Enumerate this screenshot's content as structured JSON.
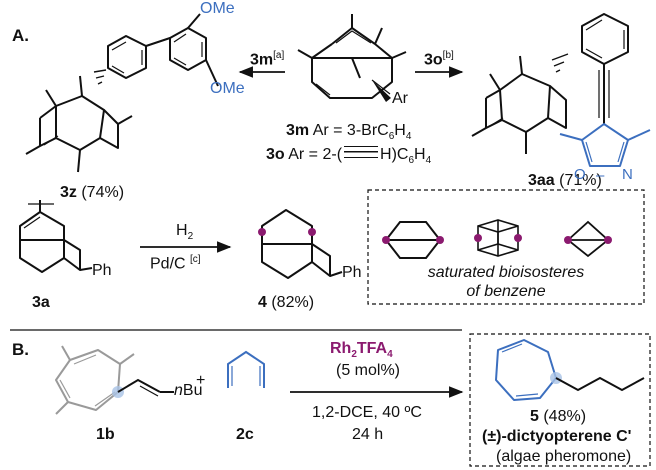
{
  "section_a": {
    "label": "A.",
    "reagent_left": "3m",
    "reagent_left_note": "[a]",
    "reagent_right": "3o",
    "reagent_right_note": "[b]",
    "start_ar": "Ar",
    "left_ome_top": "OMe",
    "left_ome_bottom": "OMe",
    "compound_3m_id": "3m",
    "compound_3m_def": " Ar = 3-BrC",
    "compound_3m_sub": "6",
    "compound_3m_tail": "H",
    "compound_3m_sub2": "4",
    "compound_3o_id": "3o",
    "compound_3o_def": " Ar = 2-(",
    "compound_3o_h": "H)C",
    "compound_3o_sub": "6",
    "compound_3o_tail": "H",
    "compound_3o_sub2": "4",
    "product_3z_id": "3z",
    "product_3z_yield": " (74%)",
    "product_3aa_id": "3aa",
    "product_3aa_yield": " (71%)",
    "isoxazole_o": "O",
    "isoxazole_n": "N",
    "hydrogenation_reagent": "H",
    "hydrogenation_reagent_sub": "2",
    "hydrogenation_catalyst": "Pd/C ",
    "hydrogenation_note": "[c]",
    "start_3a": "3a",
    "ph_start": "Ph",
    "ph_product": "Ph",
    "product_4_id": "4",
    "product_4_yield": " (82%)",
    "bioisostere_line1": "saturated bioisosteres",
    "bioisostere_line2": "of benzene"
  },
  "section_b": {
    "label": "B.",
    "plus": "+",
    "triene_substituent": "nBu",
    "reactant_1b": "1b",
    "reactant_2c": "2c",
    "catalyst_main": "Rh",
    "catalyst_sub1": "2",
    "catalyst_mid": "TFA",
    "catalyst_sub2": "4",
    "catalyst_loading": "(5 mol%)",
    "conditions_1": "1,2-DCE, 40 ºC",
    "conditions_2": "24 h",
    "product_5_id": "5",
    "product_5_yield": " (48%)",
    "product_5_name": "(±)-dictyopterene C'",
    "product_5_note": "(algae pheromone)"
  },
  "colors": {
    "blue": "#3c6fbf",
    "purple": "#8b1a6f",
    "highlight": "#a9c3e6",
    "gray": "#9a9a9a"
  }
}
